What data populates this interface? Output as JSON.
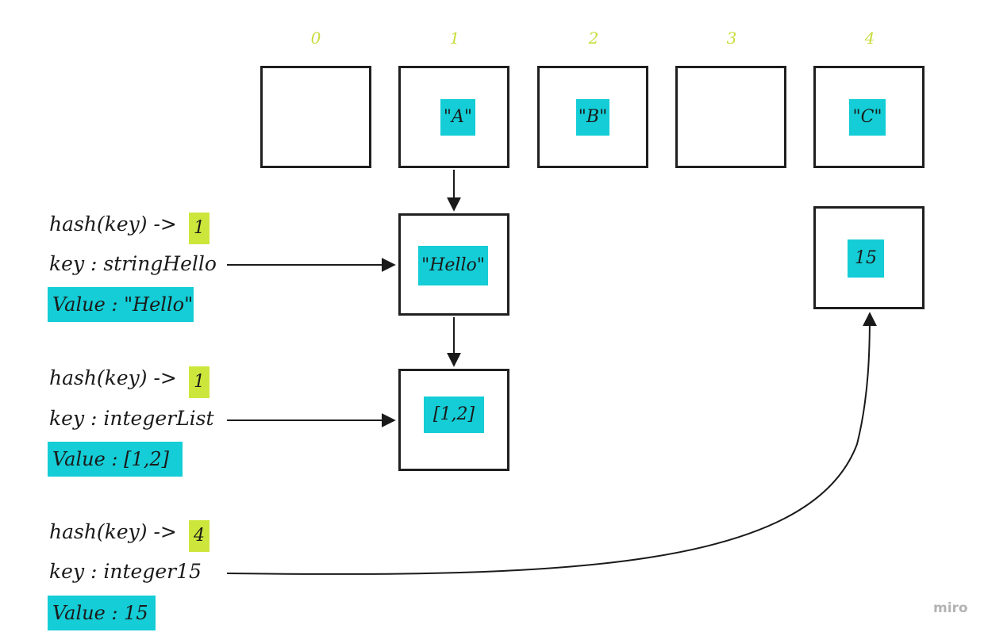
{
  "indices": [
    "0",
    "1",
    "2",
    "3",
    "4"
  ],
  "buckets": [
    "",
    "\"A\"",
    "\"B\"",
    "",
    "\"C\""
  ],
  "chain_nodes": {
    "hello": "\"Hello\"",
    "list": "[1,2]",
    "fifteen": "15"
  },
  "entries": [
    {
      "hash_text": "hash(key) ->",
      "hash_value": "1",
      "key_text": "key : stringHello",
      "value_text": "Value : \"Hello\""
    },
    {
      "hash_text": "hash(key) ->",
      "hash_value": "1",
      "key_text": "key : integerList",
      "value_text": "Value : [1,2]"
    },
    {
      "hash_text": "hash(key) ->",
      "hash_value": "4",
      "key_text": "key : integer15",
      "value_text": "Value : 15"
    }
  ],
  "brand": "miro",
  "colors": {
    "index_label": "#c8dc3c",
    "value_chip": "#14cdd6",
    "hash_highlight": "#cde63c",
    "border": "#1f1f1f"
  }
}
